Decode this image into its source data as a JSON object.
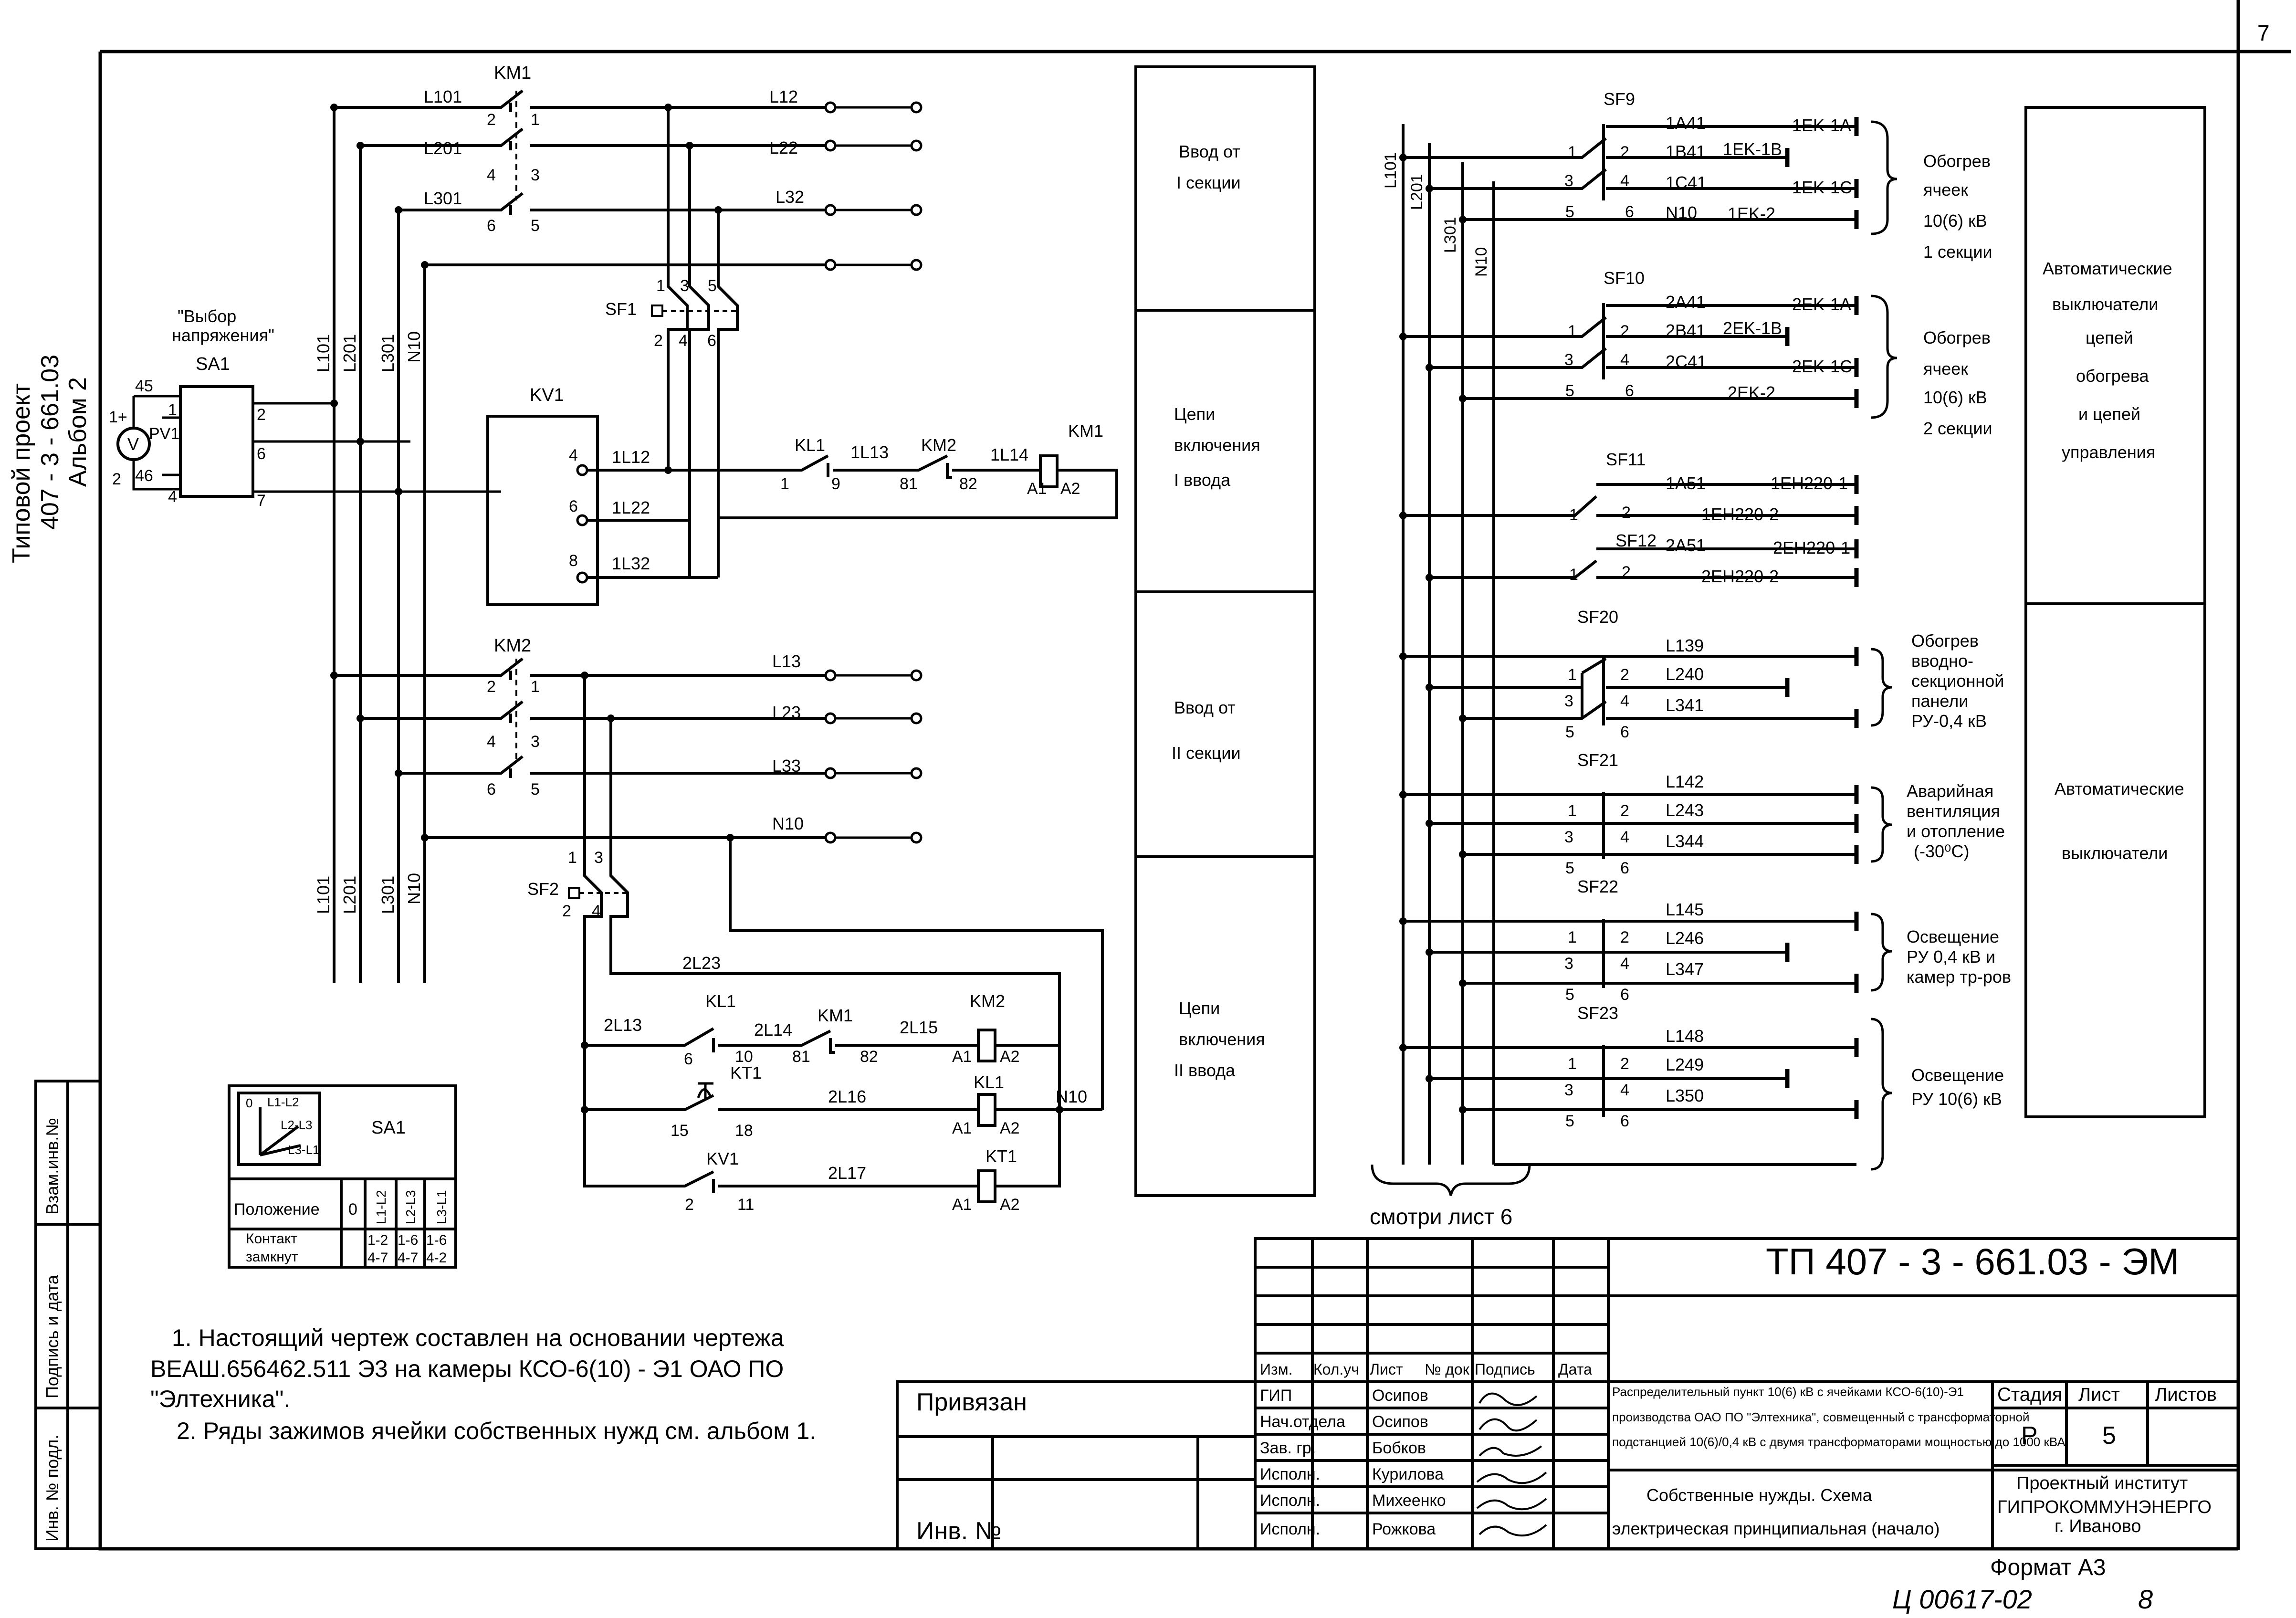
{
  "sheet_corner_number": "7",
  "side_stamp": {
    "project_line1": "Типовой проект",
    "project_line2": "407 - 3 - 661.03",
    "project_line3": "Альбом  2",
    "field_replace_inv": "Взам.инв.№",
    "field_sign_date": "Подпись и дата",
    "field_inv_orig": "Инв. № подл."
  },
  "left_block": {
    "voltage_select_label_line1": "\"Выбор",
    "voltage_select_label_line2": "напряжения\"",
    "sa1": "SA1",
    "pv1": "PV1",
    "v": "V",
    "pin_45": "45",
    "pin_46": "46",
    "pin_1plus": "1+",
    "pin_1": "1",
    "pin_2": "2",
    "pin_4": "4",
    "pin_6": "6",
    "pin_7": "7",
    "pin_2r": "2",
    "bus_l101": "L101",
    "bus_l201": "L201",
    "bus_l301": "L301",
    "bus_n10": "N10"
  },
  "circuit1": {
    "km1": "KM1",
    "l101": "L101",
    "l201": "L201",
    "l301": "L301",
    "l12": "L12",
    "l22": "L22",
    "l32": "L32",
    "c2": "2",
    "c1": "1",
    "c4": "4",
    "c3": "3",
    "c6": "6",
    "c5": "5",
    "sf1": "SF1",
    "sf1_1": "1",
    "sf1_3": "3",
    "sf1_5": "5",
    "sf1_2": "2",
    "sf1_4": "4",
    "sf1_6": "6",
    "kv1": "KV1",
    "kv1_4": "4",
    "kv1_6": "6",
    "kv1_8": "8",
    "w_1l12": "1L12",
    "w_1l22": "1L22",
    "w_1l32": "1L32",
    "kl1": "KL1",
    "kl1_1": "1",
    "kl1_9": "9",
    "w_1l13": "1L13",
    "km2": "KM2",
    "km2_81": "81",
    "km2_82": "82",
    "w_1l14": "1L14",
    "km1_coil": "KM1",
    "a1": "A1",
    "a2": "A2"
  },
  "circuit2": {
    "km2": "KM2",
    "l13": "L13",
    "l23": "L23",
    "l33": "L33",
    "n10": "N10",
    "c2": "2",
    "c1": "1",
    "c4": "4",
    "c3": "3",
    "c6": "6",
    "c5": "5",
    "bus_l101": "L101",
    "bus_l201": "L201",
    "bus_l301": "L301",
    "bus_n10": "N10",
    "sf2": "SF2",
    "sf2_1": "1",
    "sf2_3": "3",
    "sf2_2": "2",
    "sf2_4": "4",
    "w_2l23": "2L23",
    "w_2l13": "2L13",
    "kl1": "KL1",
    "kl1_6": "6",
    "kl1_10": "10",
    "w_2l14": "2L14",
    "km1": "KM1",
    "km1_81": "81",
    "km1_82": "82",
    "w_2l15": "2L15",
    "km2_coil": "KM2",
    "kt1": "KT1",
    "kt1_15": "15",
    "kt1_18": "18",
    "w_2l16": "2L16",
    "kl1_coil": "KL1",
    "n10_r": "N10",
    "kv1": "KV1",
    "kv1_2": "2",
    "kv1_11": "11",
    "w_2l17": "2L17",
    "kt1_coil": "KT1",
    "a1": "A1",
    "a2": "A2"
  },
  "middle_boxes": [
    {
      "line1": "Ввод от",
      "line2": "I секции",
      "line3": ""
    },
    {
      "line1": "Цепи",
      "line2": "включения",
      "line3": "I ввода"
    },
    {
      "line1": "Ввод от",
      "line2": "II секции",
      "line3": ""
    },
    {
      "line1": "Цепи",
      "line2": "включения",
      "line3": "II ввода"
    }
  ],
  "sa1_table": {
    "title": "SA1",
    "diag_l1": "L1-L2",
    "diag_l2": "L2-L3",
    "diag_l3": "L3-L1",
    "diag_0": "0",
    "row1_label": "Положение",
    "row1_0": "0",
    "row1_c1": "L1-L2",
    "row1_c2": "L2-L3",
    "row1_c3": "L3-L1",
    "row2_label_1": "Контакт",
    "row2_label_2": "замкнут",
    "row2_c1a": "1-2",
    "row2_c1b": "4-7",
    "row2_c2a": "1-6",
    "row2_c2b": "4-7",
    "row2_c3a": "1-6",
    "row2_c3b": "4-2"
  },
  "right_bus": {
    "l101": "L101",
    "l201": "L201",
    "l301": "L301",
    "n10": "N10",
    "see_sheet": "смотри лист 6"
  },
  "sf9": {
    "name": "SF9",
    "w1": "1A41",
    "w2": "1B41",
    "w3": "1C41",
    "w4": "N10",
    "o1": "1EK-1A",
    "o2": "1EK-1B",
    "o3": "1EK-1C",
    "o4": "1EK-2",
    "p1": "1",
    "p2": "2",
    "p3": "3",
    "p4": "4",
    "p5": "5",
    "p6": "6"
  },
  "sf10": {
    "name": "SF10",
    "w1": "2A41",
    "w2": "2B41",
    "w3": "2C41",
    "o1": "2EK-1A",
    "o2": "2EK-1B",
    "o3": "2EK-1C",
    "o4": "2EK-2",
    "p1": "1",
    "p2": "2",
    "p3": "3",
    "p4": "4",
    "p5": "5",
    "p6": "6"
  },
  "sf11": {
    "name": "SF11",
    "w1": "1A51",
    "o1": "1EH220-1",
    "o2": "1EH220-2",
    "p1": "1",
    "p2": "2"
  },
  "sf12": {
    "name": "SF12",
    "w1": "2A51",
    "o1": "2EH220-1",
    "o2": "2EH220-2",
    "p1": "1",
    "p2": "2"
  },
  "sf20": {
    "name": "SF20",
    "w1": "L139",
    "w2": "L240",
    "w3": "L341",
    "p1": "1",
    "p2": "2",
    "p3": "3",
    "p4": "4",
    "p5": "5",
    "p6": "6"
  },
  "sf21": {
    "name": "SF21",
    "w1": "L142",
    "w2": "L243",
    "w3": "L344",
    "p1": "1",
    "p2": "2",
    "p3": "3",
    "p4": "4",
    "p5": "5",
    "p6": "6"
  },
  "sf22": {
    "name": "SF22",
    "w1": "L145",
    "w2": "L246",
    "w3": "L347",
    "p1": "1",
    "p2": "2",
    "p3": "3",
    "p4": "4",
    "p5": "5",
    "p6": "6"
  },
  "sf23": {
    "name": "SF23",
    "w1": "L148",
    "w2": "L249",
    "w3": "L350",
    "p1": "1",
    "p2": "2",
    "p3": "3",
    "p4": "4",
    "p5": "5",
    "p6": "6"
  },
  "right_labels": {
    "heat1": [
      "Обогрев",
      "ячеек",
      "10(6) кВ",
      "1 секции"
    ],
    "heat2": [
      "Обогрев",
      "ячеек",
      "10(6) кВ",
      "2 секции"
    ],
    "heat_panel": [
      "Обогрев",
      "вводно-",
      "секционной",
      "панели",
      "РУ-0,4 кВ"
    ],
    "vent": [
      "Аварийная",
      "вентиляция",
      "и отопление",
      "(-30⁰С)"
    ],
    "light04": [
      "Освещение",
      "РУ 0,4 кВ и",
      "камер тр-ров"
    ],
    "light10": [
      "Освещение",
      "РУ 10(6) кВ"
    ]
  },
  "right_boxes": {
    "box1": [
      "Автоматические",
      "выключатели",
      "цепей",
      "обогрева",
      "и цепей",
      "управления"
    ],
    "box2": [
      "Автоматические",
      "выключатели"
    ]
  },
  "notes": {
    "n1_line1": "1. Настоящий чертеж составлен на основании чертежа",
    "n1_line2": "ВЕАШ.656462.511  Э3 на камеры КСО-6(10) - Э1  ОАО  ПО",
    "n1_line3": "\"Элтехника\".",
    "n2": "2. Ряды зажимов ячейки собственных нужд см. альбом 1."
  },
  "title_block": {
    "doc_code": "ТП  407 - 3 - 661.03 - ЭМ",
    "privyazan": "Привязан",
    "inv_no": "Инв. №",
    "h_izm": "Изм.",
    "h_kol": "Кол.уч",
    "h_list": "Лист",
    "h_ndoc": "№ док",
    "h_podp": "Подпись",
    "h_data": "Дата",
    "roles": [
      "ГИП",
      "Нач.отдела",
      "Зав. гр.",
      "Исполн.",
      "Исполн.",
      "Исполн."
    ],
    "names": [
      "Осипов",
      "Осипов",
      "Бобков",
      "Курилова",
      "Михеенко",
      "Рожкова"
    ],
    "desc_line1": "Распределительный пункт 10(6) кВ с ячейками КСО-6(10)-Э1",
    "desc_line2": "производства ОАО ПО \"Элтехника\", совмещенный с трансформаторной",
    "desc_line3": "подстанцией 10(6)/0,4 кВ с двумя трансформаторами мощностью до 1000 кВА",
    "sheet_title_1": "Собственные нужды. Схема",
    "sheet_title_2": "электрическая принципиальная (начало)",
    "h_stadia": "Стадия",
    "h_sheet": "Лист",
    "h_sheets": "Листов",
    "stadia": "Р",
    "sheet": "5",
    "org1": "Проектный институт",
    "org2": "ГИПРОКОММУНЭНЕРГО",
    "org3": "г. Иваново",
    "format": "Формат А3",
    "handwritten_code": "Ц 00617-02",
    "handwritten_num": "8"
  }
}
